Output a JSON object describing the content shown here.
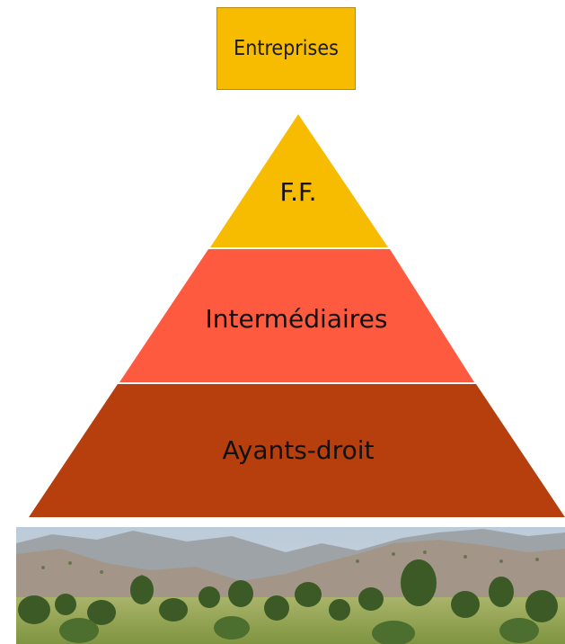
{
  "top_box": {
    "label": "Entreprises"
  },
  "pyramid": {
    "tiers": [
      {
        "label": "F.F.",
        "color": "#f7bc00"
      },
      {
        "label": "Intermédiaires",
        "color": "#fe5a3f"
      },
      {
        "label": "Ayants-droit",
        "color": "#b73f0e"
      }
    ]
  },
  "photo": {
    "subject": "forest-landscape-photo"
  }
}
